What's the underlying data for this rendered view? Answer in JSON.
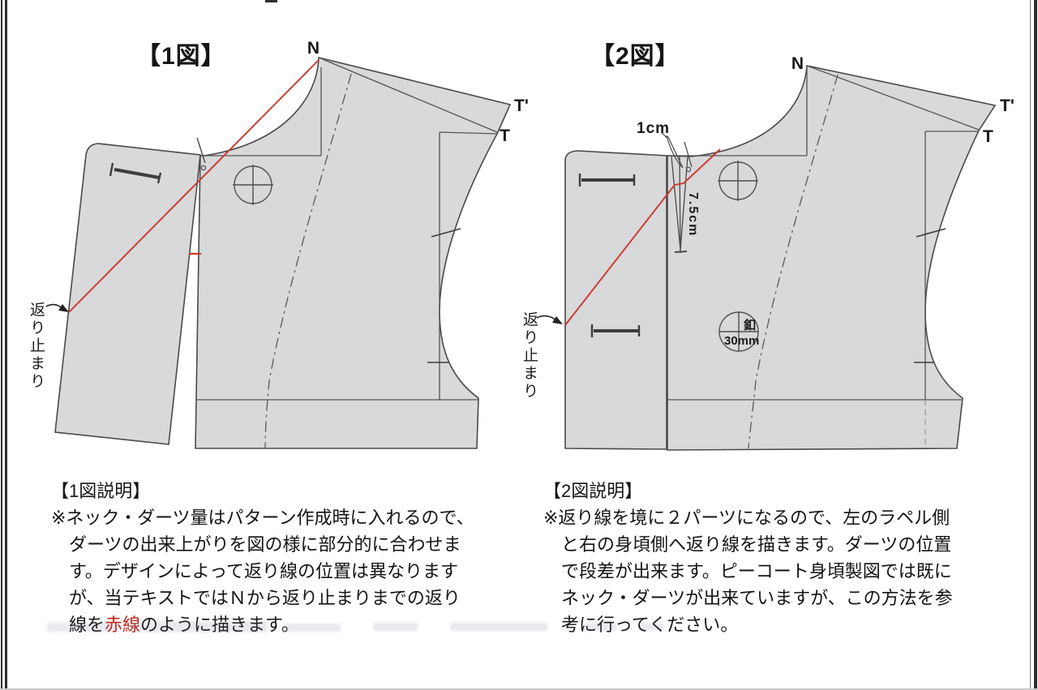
{
  "colors": {
    "red": "#cb382c",
    "patternFill": "#d8d9da",
    "patternLine": "#4a4a4a",
    "text": "#111111"
  },
  "fig1": {
    "title": "【1図】",
    "labels": {
      "n": "N",
      "tPrime": "T'",
      "t": "T",
      "kaeridomari": "返り止まり"
    }
  },
  "fig2": {
    "title": "【2図】",
    "labels": {
      "n": "N",
      "tPrime": "T'",
      "t": "T",
      "kaeridomari": "返り止まり",
      "oneCm": "1cm",
      "sevenFiveCm": "7.5cm",
      "buttonKanji": "釦",
      "buttonSize": "30mm"
    }
  },
  "caption1": {
    "heading": "【1図説明】",
    "lines": [
      "※ネック・ダーツ量はパターン作成時に入れるので、",
      "ダーツの出来上がりを図の様に部分的に合わせま",
      "す。デザインによって返り線の位置は異なります",
      "が、当テキストではＮから返り止まりまでの返り"
    ],
    "lastLine": {
      "pre": "線を",
      "red": "赤線",
      "post": "のように描きます。"
    }
  },
  "caption2": {
    "heading": "【2図説明】",
    "lines": [
      "※返り線を境に２パーツになるので、左のラペル側",
      "と右の身頃側へ返り線を描きます。ダーツの位置",
      "で段差が出来ます。ピーコート身頃製図では既に",
      "ネック・ダーツが出来ていますが、この方法を参",
      "考に行ってください。"
    ]
  }
}
